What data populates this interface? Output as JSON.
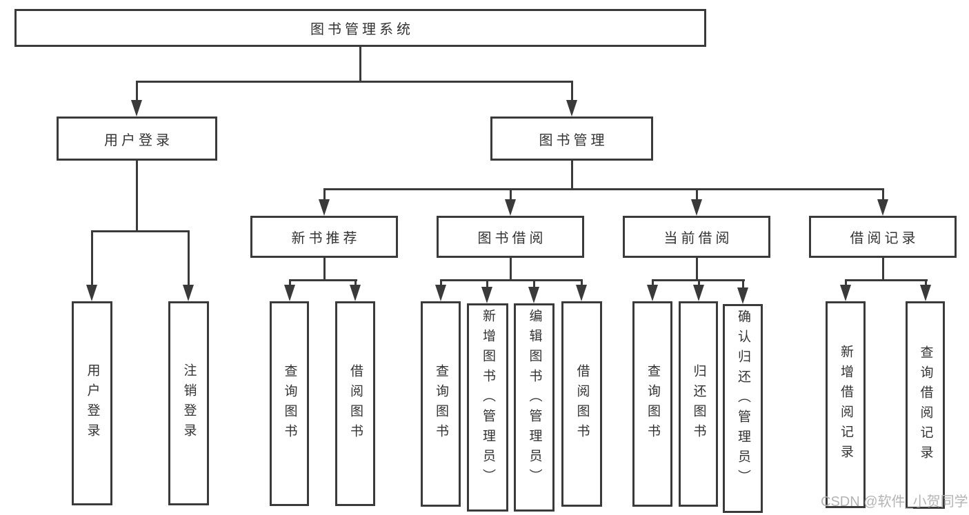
{
  "tree": {
    "root": {
      "label": "图书管理系统",
      "children": [
        {
          "label": "用户登录",
          "children": [
            {
              "label": "用户登录"
            },
            {
              "label": "注销登录"
            }
          ]
        },
        {
          "label": "图书管理",
          "children": [
            {
              "label": "新书推荐",
              "children": [
                {
                  "label": "查询图书"
                },
                {
                  "label": "借阅图书"
                }
              ]
            },
            {
              "label": "图书借阅",
              "children": [
                {
                  "label": "查询图书"
                },
                {
                  "label": "新增图书（管理员）"
                },
                {
                  "label": "编辑图书（管理员）"
                },
                {
                  "label": "借阅图书"
                }
              ]
            },
            {
              "label": "当前借阅",
              "children": [
                {
                  "label": "查询图书"
                },
                {
                  "label": "归还图书"
                },
                {
                  "label": "确认归还（管理员）"
                }
              ]
            },
            {
              "label": "借阅记录",
              "children": [
                {
                  "label": "新增借阅记录"
                },
                {
                  "label": "查询借阅记录"
                }
              ]
            }
          ]
        }
      ]
    }
  },
  "watermark": {
    "text": "CSDN @软件_小贺同学"
  },
  "colors": {
    "line": "#3a3a3a",
    "box_border": "#3a3a3a",
    "text": "#333333",
    "watermark": "#b4b4b4",
    "background": "#ffffff"
  }
}
